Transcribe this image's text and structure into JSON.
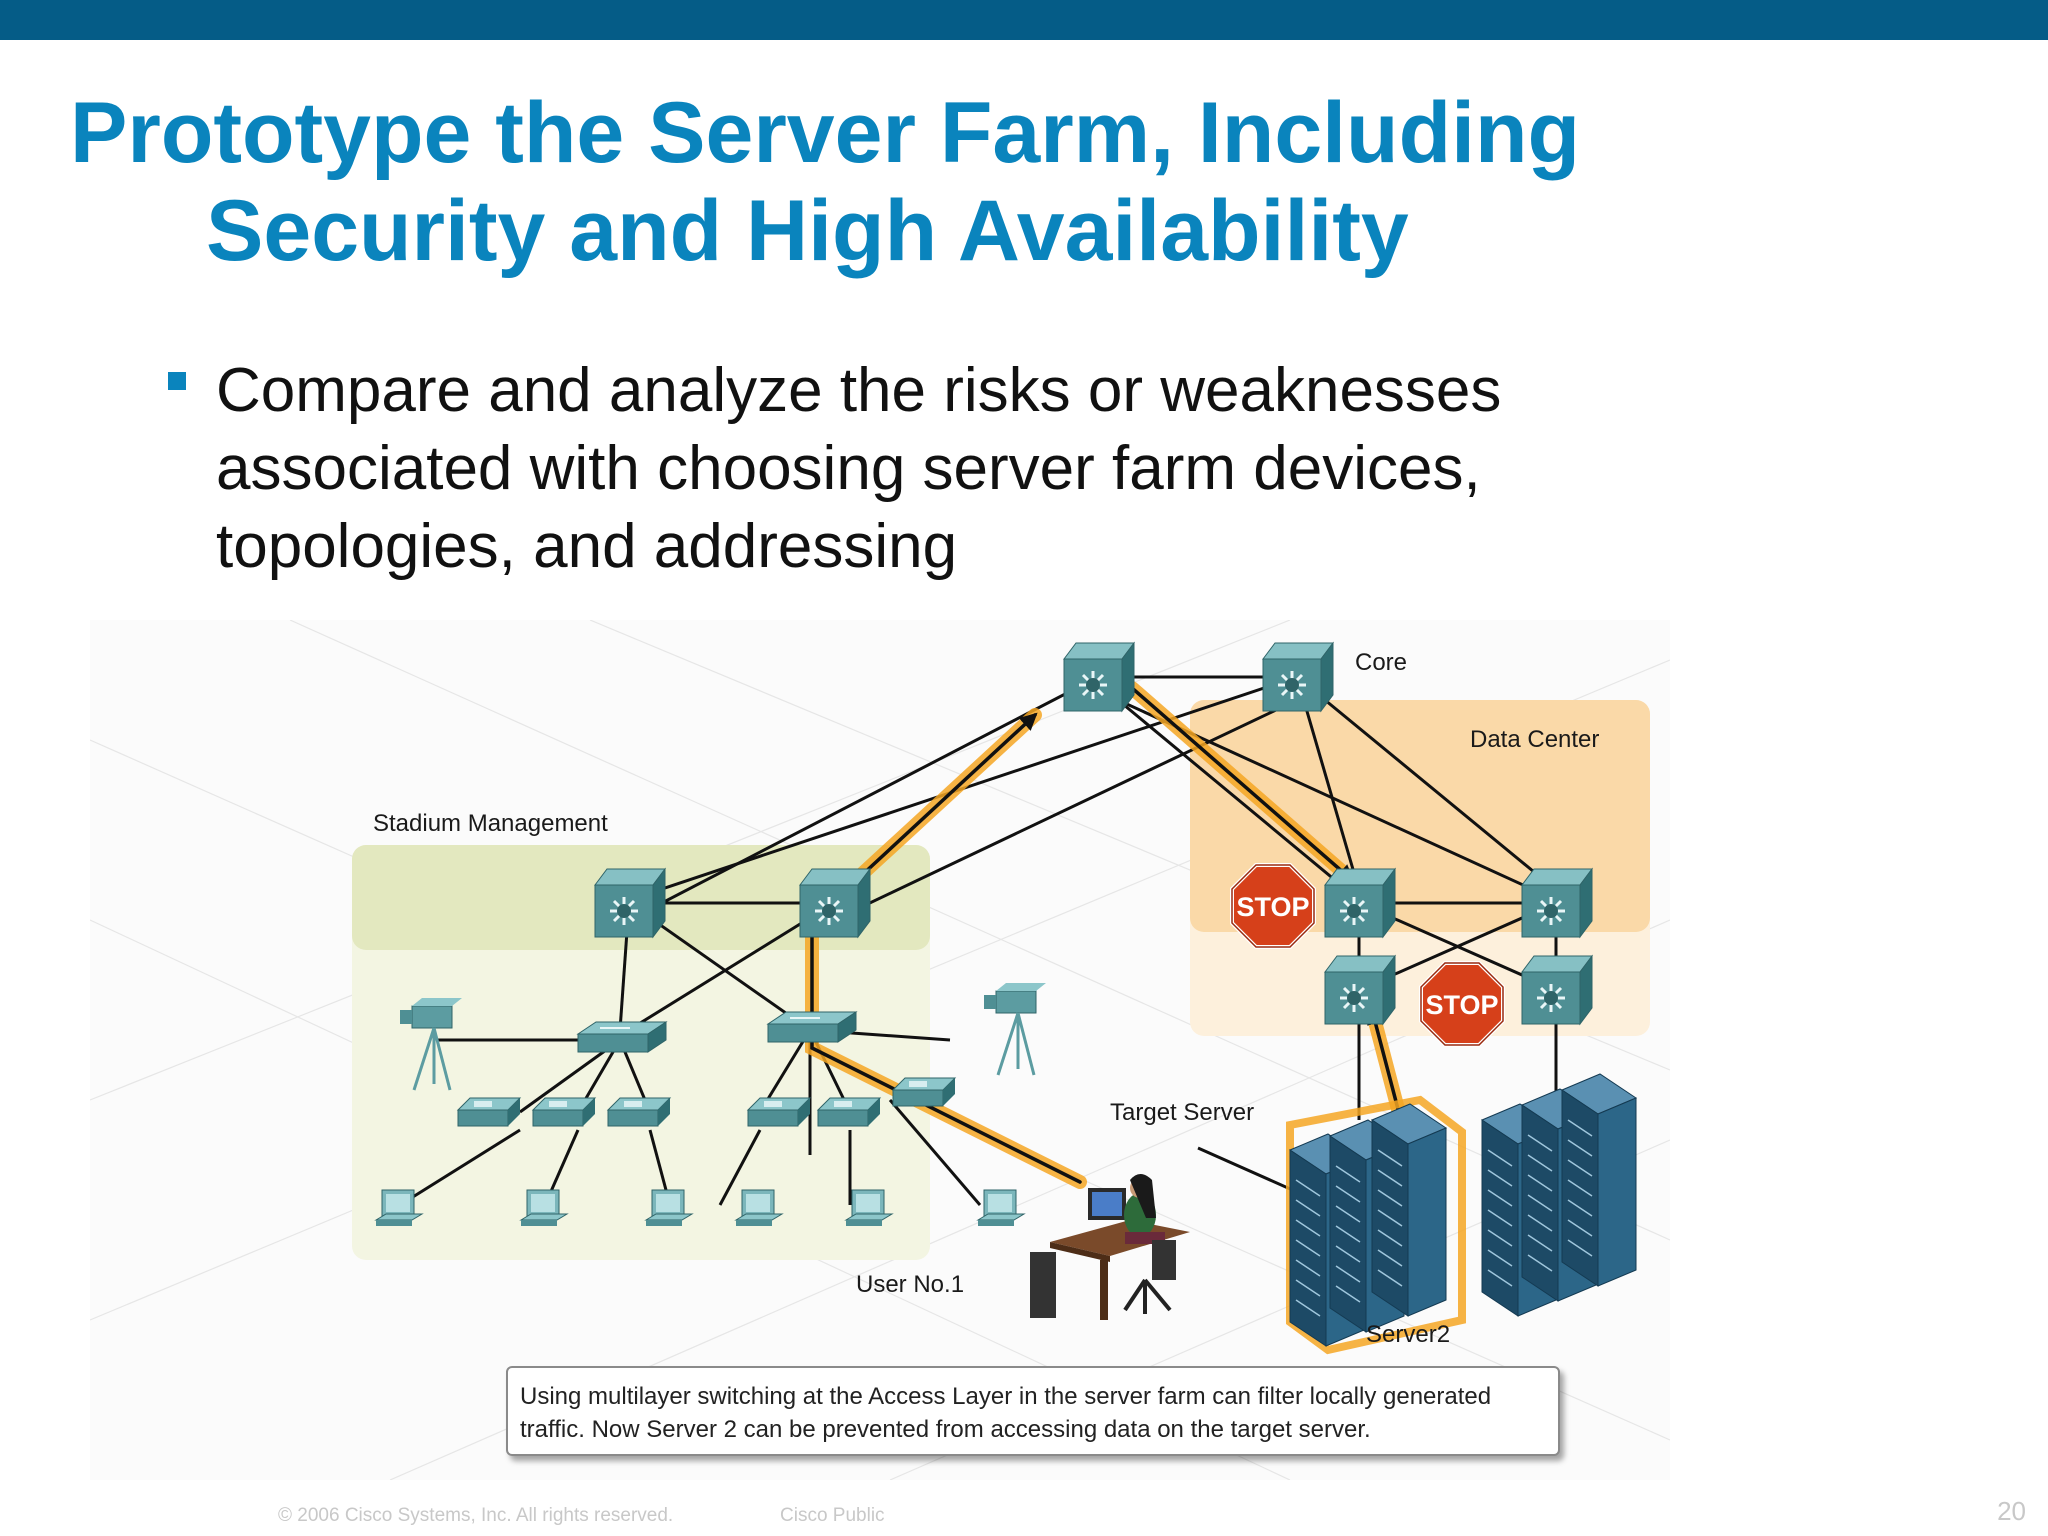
{
  "slide": {
    "title_line1": "Prototype the Server Farm, Including",
    "title_line2": "Security and High Availability",
    "bullet": "Compare and analyze the risks or weaknesses associated with choosing server farm devices, topologies, and addressing"
  },
  "diagram": {
    "labels": {
      "core": "Core",
      "data_center": "Data Center",
      "stadium_management": "Stadium Management",
      "target_server": "Target Server",
      "user": "User No.1",
      "server2": "Server2",
      "stop": "STOP"
    },
    "caption": "Using multilayer switching at the Access Layer in the server farm can filter locally generated traffic. Now Server 2 can be prevented from accessing data on the target server."
  },
  "footer": {
    "copyright": "© 2006 Cisco Systems, Inc. All rights reserved.",
    "classification": "Cisco Public",
    "page": "20"
  },
  "colors": {
    "topbar": "#055c87",
    "title": "#0a84bd",
    "switch": "#4f8f94",
    "stadium_zone": "#eef1d8",
    "datacenter_zone": "#fde7c5",
    "path_highlight": "#f5a623",
    "stop_sign": "#d6401a",
    "server": "#1d4a66"
  }
}
